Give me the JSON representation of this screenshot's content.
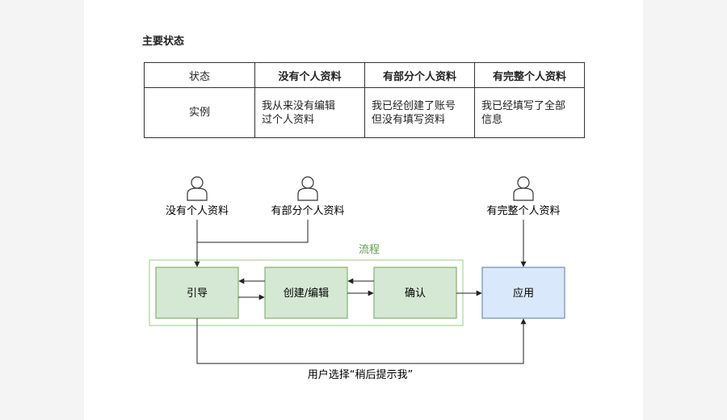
{
  "section_title": "主要状态",
  "table": {
    "headers": [
      "状态",
      "没有个人资料",
      "有部分个人资料",
      "有完整个人资料"
    ],
    "row_label": "实例",
    "cells": [
      [
        "我从来没有编辑",
        "过个人资料"
      ],
      [
        "我已经创建了账号",
        "但没有填写资料"
      ],
      [
        "我已经填写了全部",
        "信息"
      ]
    ]
  },
  "diagram": {
    "actors": [
      "没有个人资料",
      "有部分个人资料",
      "有完整个人资料"
    ],
    "group_label": "流程",
    "nodes": {
      "guide": "引导",
      "edit": "创建/编辑",
      "confirm": "确认",
      "apply": "应用"
    },
    "bottom_label": "用户选择“稍后提示我”",
    "colors": {
      "green_fill": "#d5e8d4",
      "green_stroke": "#82b366",
      "blue_fill": "#dae8fc",
      "blue_stroke": "#6c8ebf",
      "group_stroke": "#b9e0a5",
      "group_label": "#5e9e4a"
    }
  }
}
